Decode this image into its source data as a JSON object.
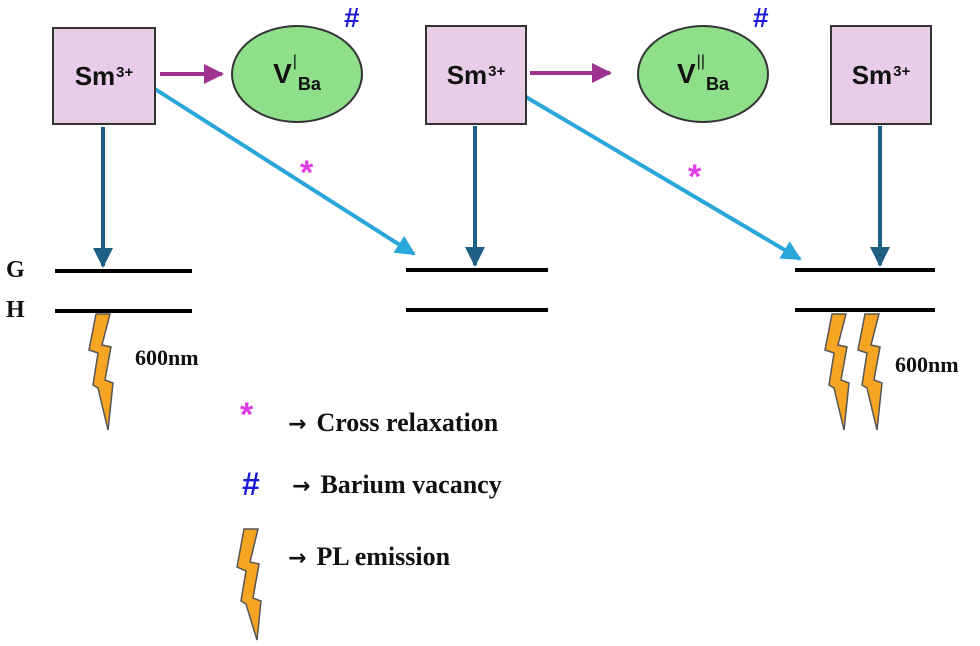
{
  "nodes": {
    "sm1": {
      "main": "Sm",
      "sup": "3+"
    },
    "sm2": {
      "main": "Sm",
      "sup": "3+"
    },
    "sm3": {
      "main": "Sm",
      "sup": "3+"
    },
    "vba1": {
      "main": "V",
      "sup": "|",
      "sub": "Ba"
    },
    "vba2": {
      "main": "V",
      "sup": "||",
      "sub": "Ba"
    }
  },
  "marks": {
    "hash": "#",
    "star": "*"
  },
  "levels": {
    "g_label": "G",
    "h_label": "H"
  },
  "emission": {
    "left_label": "600nm",
    "right_label": "600nm"
  },
  "legend": {
    "cross_symbol": "*",
    "cross_arrow": "→",
    "cross_text": "Cross relaxation",
    "barium_symbol": "#",
    "barium_arrow": "→",
    "barium_text": "Barium vacancy",
    "pl_arrow": "→",
    "pl_text": "PL emission"
  },
  "colors": {
    "box_fill": "#e8cde8",
    "circle_fill": "#8fde8a",
    "purple_arrow": "#a0328f",
    "cross_arrow": "#29a6da",
    "decay_arrow": "#1e5f86",
    "bolt": "#f6a523",
    "hash": "#1a1ad8",
    "star": "#e23ce6"
  }
}
